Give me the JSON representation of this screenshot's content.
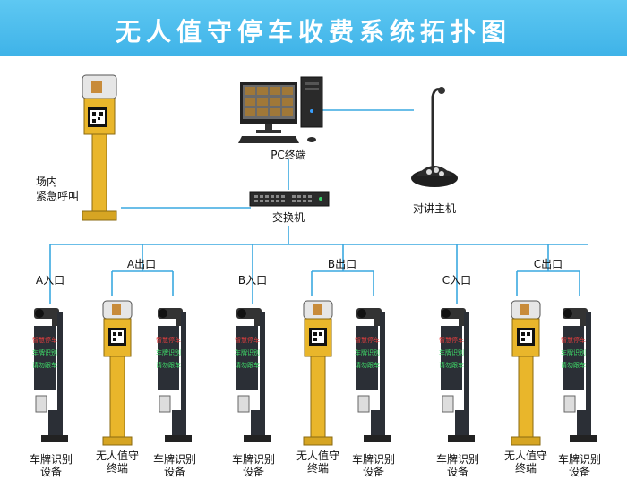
{
  "title": "无人值守停车收费系统拓扑图",
  "pc_label": "PC终端",
  "switch_label": "交换机",
  "intercom_label": "对讲主机",
  "emergency_label": [
    "场内",
    "紧急呼叫"
  ],
  "device_labels": {
    "plate": [
      "车牌识别",
      "设备"
    ],
    "terminal": [
      "无人值守",
      "终端"
    ]
  },
  "display_text": [
    "智慧停车",
    "车牌识别",
    "请勿跟车"
  ],
  "groups": [
    {
      "entry_label": "A入口",
      "exit_label": "A出口"
    },
    {
      "entry_label": "B入口",
      "exit_label": "B出口"
    },
    {
      "entry_label": "C入口",
      "exit_label": "C出口"
    }
  ],
  "colors": {
    "banner": "#3fb3e8",
    "line": "#3aa8e0",
    "pole_yellow": "#e9b62b",
    "dark_cabinet": "#2b2f36"
  }
}
